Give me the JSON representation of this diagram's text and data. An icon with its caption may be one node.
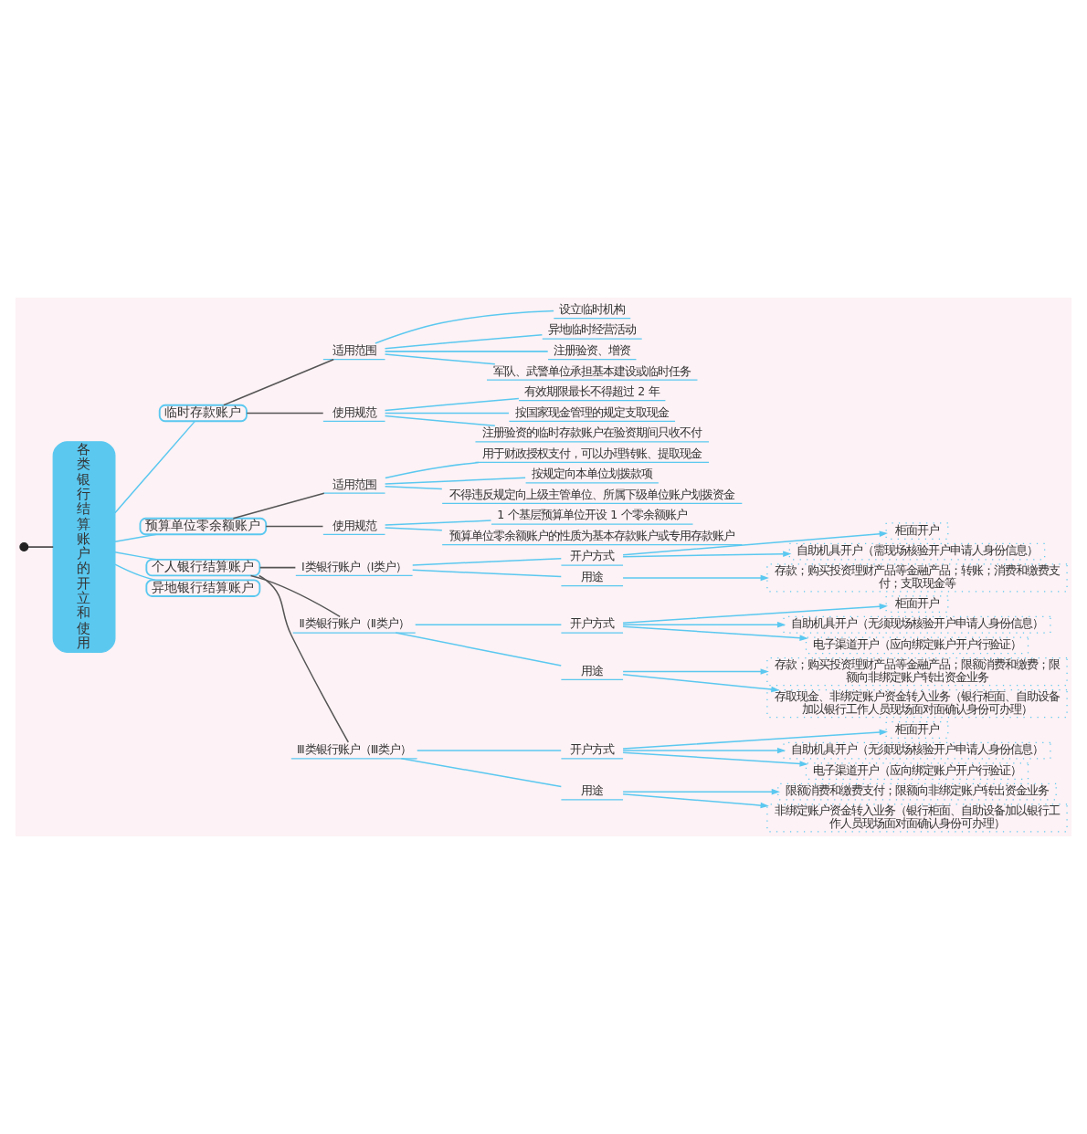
{
  "diagram": {
    "nodes": [
      {
        "text": [],
        "shape": "circle"
      },
      {
        "text": [
          "各类银行结算账户的开立和使用"
        ]
      },
      {
        "text": [
          "临时存款账户"
        ]
      },
      {
        "text": [
          "适用范围"
        ]
      },
      {
        "text": [
          "设立临时机构"
        ]
      },
      {
        "text": [
          "异地临时经营活动"
        ]
      },
      {
        "text": [
          "注册验资、增资"
        ]
      },
      {
        "text": [
          "军队、武警单位承担基本建设或临时任务"
        ]
      },
      {
        "text": [
          "使用规范"
        ]
      },
      {
        "text": [
          "有效期限最长不得超过 2 年"
        ]
      },
      {
        "text": [
          "按国家现金管理的规定支取现金"
        ]
      },
      {
        "text": [
          "注册验资的临时存款账户在验资期间只收不付"
        ]
      },
      {
        "text": [
          "预算单位零余额账户"
        ]
      },
      {
        "text": [
          "适用范围"
        ]
      },
      {
        "text": [
          "用于财政授权支付，可以办理转账、提取现金"
        ]
      },
      {
        "text": [
          "按规定向本单位划拨款项"
        ]
      },
      {
        "text": [
          "不得违反规定向上级主管单位、所属下级单位账户划拨资金"
        ]
      },
      {
        "text": [
          "使用规范"
        ]
      },
      {
        "text": [
          "1 个基层预算单位开设 1 个零余额账户"
        ]
      },
      {
        "text": [
          "预算单位零余额账户的性质为基本存款账户或专用存款账户"
        ]
      },
      {
        "text": [
          "个人银行结算账户"
        ]
      },
      {
        "text": [
          "Ⅰ类银行账户（Ⅰ类户）"
        ]
      },
      {
        "text": [
          "开户方式"
        ]
      },
      {
        "text": [
          "柜面开户"
        ]
      },
      {
        "text": [
          "自助机具开户（需现场核验开户申请人身份信息）"
        ]
      },
      {
        "text": [
          "用途"
        ]
      },
      {
        "text": [
          "存款；购买投资理财产品等金融产品；转账；消费和缴费支付；支取现金等"
        ]
      },
      {
        "text": [
          "Ⅱ类银行账户（Ⅱ类户）"
        ]
      },
      {
        "text": [
          "开户方式"
        ]
      },
      {
        "text": [
          "柜面开户"
        ]
      },
      {
        "text": [
          "自助机具开户（无须现场核验开户申请人身份信息）"
        ]
      },
      {
        "text": [
          "电子渠道开户（应向绑定账户开户行验证）"
        ]
      },
      {
        "text": [
          "用途"
        ]
      },
      {
        "text": [
          "存款；购买投资理财产品等金融产品；限额消费和缴费；限额向非绑定账户转出资金业务"
        ]
      },
      {
        "text": [
          "存取现金、非绑定账户资金转入业务（银行柜面、自助设备加以银行工作人员现场面对面确认身份可办理）"
        ]
      },
      {
        "text": [
          "Ⅲ类银行账户（Ⅲ类户）"
        ]
      },
      {
        "text": [
          "开户方式"
        ]
      },
      {
        "text": [
          "柜面开户"
        ]
      },
      {
        "text": [
          "自助机具开户（无须现场核验开户申请人身份信息）"
        ]
      },
      {
        "text": [
          "电子渠道开户（应向绑定账户开户行验证）"
        ]
      },
      {
        "text": [
          "用途"
        ]
      },
      {
        "text": [
          "限额消费和缴费支付；限额向非绑定账户转出资金业务"
        ]
      },
      {
        "text": [
          "非绑定账户资金转入业务（银行柜面、自助设备加以银行工作人员现场面对面确认身份可办理）"
        ]
      },
      {
        "text": [
          "异地银行结算账户"
        ]
      }
    ],
    "edges": [
      {
        "from": 0,
        "to": 1,
        "arrow": "none",
        "color": "#333333"
      },
      {
        "from": 1,
        "to": 2,
        "arrow": "none"
      },
      {
        "from": 1,
        "to": 12,
        "arrow": "none"
      },
      {
        "from": 1,
        "to": 20,
        "arrow": "none"
      },
      {
        "from": 1,
        "to": 43,
        "arrow": "none"
      },
      {
        "from": 2,
        "to": 3,
        "arrow": "none",
        "color": "#555555"
      },
      {
        "from": 2,
        "to": 8,
        "arrow": "none",
        "color": "#555555"
      },
      {
        "from": 3,
        "to": 4,
        "arrow": "none"
      },
      {
        "from": 3,
        "to": 5,
        "arrow": "none"
      },
      {
        "from": 3,
        "to": 6,
        "arrow": "none"
      },
      {
        "from": 3,
        "to": 7,
        "arrow": "none"
      },
      {
        "from": 8,
        "to": 9,
        "arrow": "none"
      },
      {
        "from": 8,
        "to": 10,
        "arrow": "none"
      },
      {
        "from": 8,
        "to": 11,
        "arrow": "none"
      },
      {
        "from": 12,
        "to": 13,
        "arrow": "none",
        "color": "#555555"
      },
      {
        "from": 12,
        "to": 17,
        "arrow": "none",
        "color": "#555555"
      },
      {
        "from": 13,
        "to": 14,
        "arrow": "none"
      },
      {
        "from": 13,
        "to": 15,
        "arrow": "none"
      },
      {
        "from": 13,
        "to": 16,
        "arrow": "none"
      },
      {
        "from": 17,
        "to": 18,
        "arrow": "none"
      },
      {
        "from": 17,
        "to": 19,
        "arrow": "none"
      },
      {
        "from": 20,
        "to": 21,
        "arrow": "none",
        "color": "#555555"
      },
      {
        "from": 20,
        "to": 27,
        "arrow": "none",
        "color": "#555555"
      },
      {
        "from": 20,
        "to": 35,
        "arrow": "none",
        "color": "#555555"
      },
      {
        "from": 21,
        "to": 22,
        "arrow": "none"
      },
      {
        "from": 21,
        "to": 25,
        "arrow": "none"
      },
      {
        "from": 22,
        "to": 23,
        "arrow": "to"
      },
      {
        "from": 22,
        "to": 24,
        "arrow": "to"
      },
      {
        "from": 25,
        "to": 26,
        "arrow": "to"
      },
      {
        "from": 27,
        "to": 28,
        "arrow": "none"
      },
      {
        "from": 27,
        "to": 32,
        "arrow": "none"
      },
      {
        "from": 28,
        "to": 29,
        "arrow": "to"
      },
      {
        "from": 28,
        "to": 30,
        "arrow": "to"
      },
      {
        "from": 28,
        "to": 31,
        "arrow": "to"
      },
      {
        "from": 32,
        "to": 33,
        "arrow": "to"
      },
      {
        "from": 32,
        "to": 34,
        "arrow": "to"
      },
      {
        "from": 35,
        "to": 36,
        "arrow": "none"
      },
      {
        "from": 35,
        "to": 40,
        "arrow": "none"
      },
      {
        "from": 36,
        "to": 37,
        "arrow": "to"
      },
      {
        "from": 36,
        "to": 38,
        "arrow": "to"
      },
      {
        "from": 36,
        "to": 39,
        "arrow": "to"
      },
      {
        "from": 40,
        "to": 41,
        "arrow": "to"
      },
      {
        "from": 40,
        "to": 42,
        "arrow": "to"
      }
    ]
  }
}
